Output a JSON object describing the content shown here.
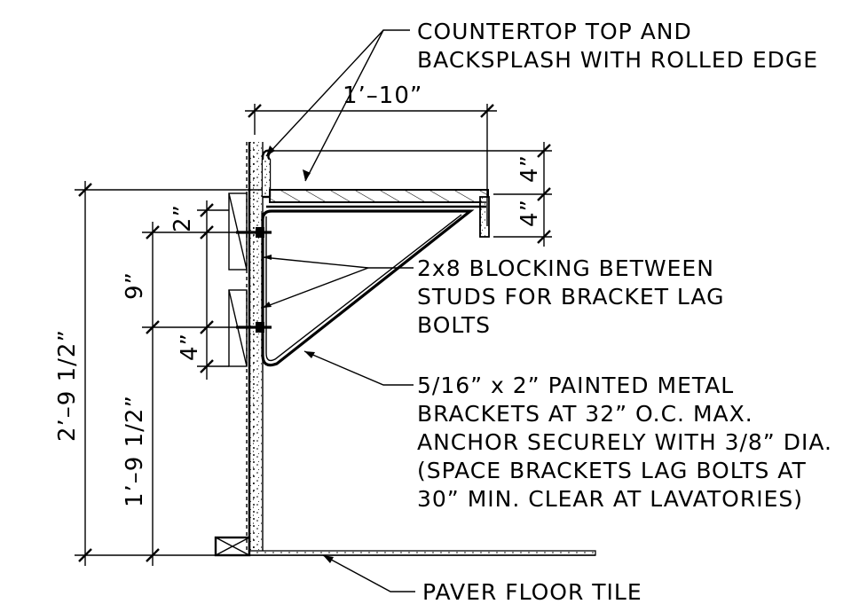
{
  "notes": {
    "countertop": [
      "COUNTERTOP TOP AND",
      "BACKSPLASH WITH ROLLED EDGE"
    ],
    "blocking": [
      "2x8 BLOCKING BETWEEN",
      "STUDS FOR BRACKET LAG",
      "BOLTS"
    ],
    "brackets": [
      "5/16” x 2” PAINTED METAL",
      "BRACKETS AT 32” O.C. MAX.",
      "ANCHOR SECURELY WITH 3/8” DIA.",
      "(SPACE BRACKETS LAG BOLTS AT",
      "30” MIN. CLEAR AT LAVATORIES)"
    ],
    "floor": "PAVER FLOOR TILE"
  },
  "dimensions": {
    "depth": "1’–10”",
    "backsplash": "4”",
    "apron": "4”",
    "upper_bolt": "2”",
    "bolt_spacing": "9”",
    "lower_bolt": "4”",
    "bracket_height": "1’–9 1/2”",
    "counter_height": "2’–9 1/2”"
  }
}
